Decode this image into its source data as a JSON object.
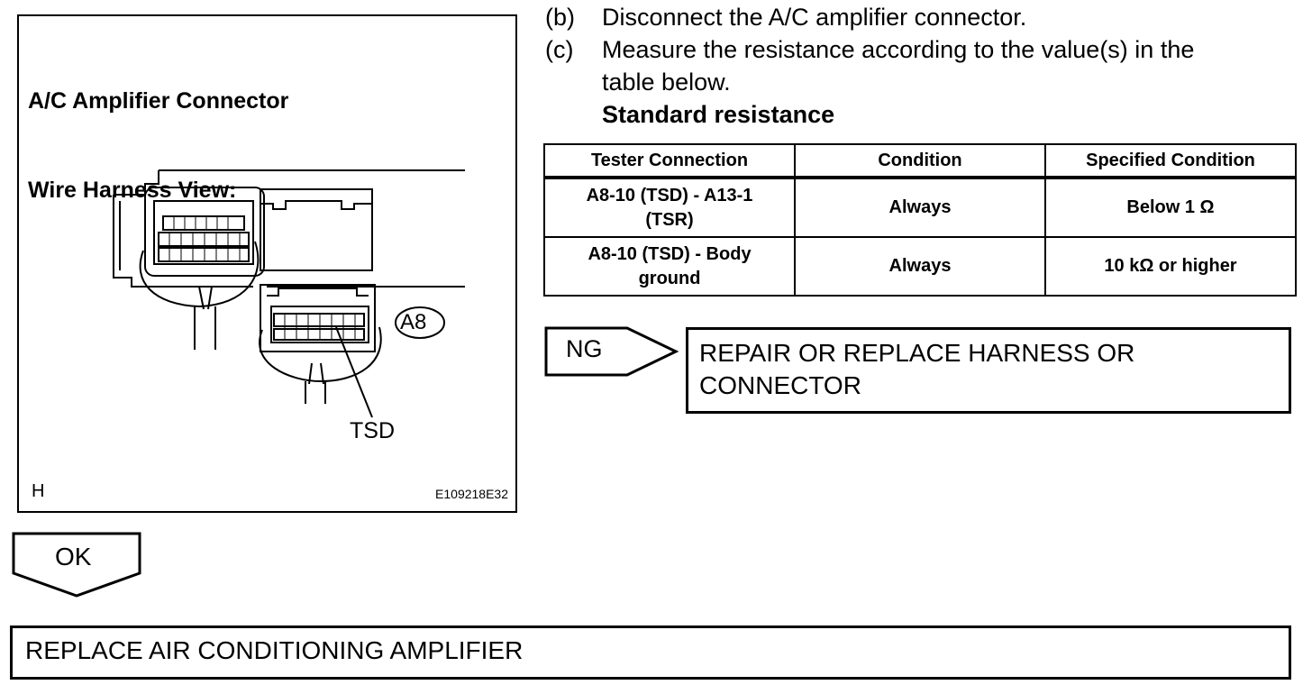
{
  "figure": {
    "title_line1": "A/C Amplifier Connector",
    "title_line2": "Wire Harness View:",
    "connector_label": "A8",
    "pin_label": "TSD",
    "corner_letter": "H",
    "figure_code": "E109218E32"
  },
  "steps": {
    "b_label": "(b)",
    "b_text": "Disconnect the A/C amplifier connector.",
    "c_label": "(c)",
    "c_text_line1": "Measure the resistance according to the value(s) in the",
    "c_text_line2": "table below.",
    "standard_label": "Standard resistance"
  },
  "table": {
    "headers": [
      "Tester Connection",
      "Condition",
      "Specified Condition"
    ],
    "rows": [
      {
        "connection_line1": "A8-10 (TSD) - A13-1",
        "connection_line2": "(TSR)",
        "condition": "Always",
        "specified": "Below 1 Ω"
      },
      {
        "connection_line1": "A8-10 (TSD) - Body",
        "connection_line2": "ground",
        "condition": "Always",
        "specified": "10 kΩ or higher"
      }
    ]
  },
  "ng": {
    "label": "NG",
    "action_line1": "REPAIR OR REPLACE HARNESS OR",
    "action_line2": "CONNECTOR"
  },
  "ok": {
    "label": "OK",
    "action": "REPLACE AIR CONDITIONING AMPLIFIER"
  }
}
